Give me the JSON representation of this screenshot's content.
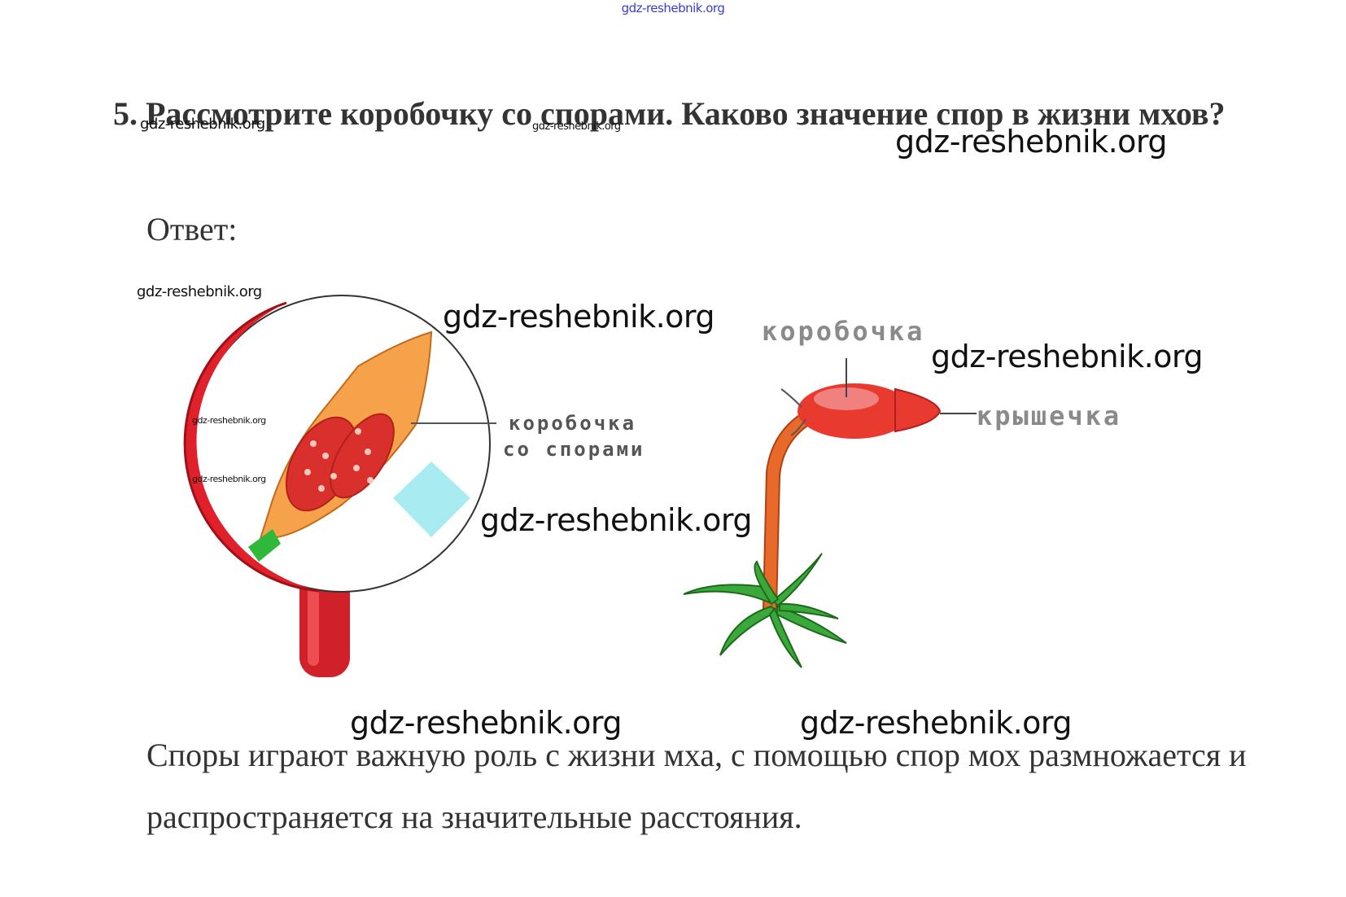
{
  "header": {
    "site_link": "gdz-reshebnik.org"
  },
  "question": {
    "text": "5. Рассмотрите коробочку со спорами. Каково значение спор в жизни мхов?"
  },
  "answer": {
    "label": "Ответ:",
    "text": "Споры играют важную роль с жизни мха, с помощью спор мох размножается и распространяется на значительные расстояния."
  },
  "figure": {
    "labels": {
      "capsule_with_spores_line1": "коробочка",
      "capsule_with_spores_line2": "со спорами",
      "capsule": "коробочка",
      "lid": "крышечка"
    }
  },
  "watermarks": {
    "w1": "gdz-reshebnik.org",
    "w2": "gdz-reshebnik.org",
    "w3": "gdz-reshebnik.org",
    "w4": "gdz-reshebnik.org",
    "w5": "gdz-reshebnik.org",
    "w6": "gdz-reshebnik.org",
    "w7": "gdz-reshebnik.org",
    "w8": "gdz-reshebnik.org",
    "w9": "gdz-reshebnik.org",
    "w10": "gdz-reshebnik.org",
    "w11": "gdz-reshebnik.org",
    "w12": "gdz-reshebnik.org"
  },
  "colors": {
    "capsule_red": "#e83a2f",
    "flesh_orange": "#f6a24a",
    "stem_orange": "#e86a2a",
    "leaf_green": "#3aa83a",
    "handle_red": "#d0202a",
    "cyan_accent": "#a8ecf2"
  }
}
